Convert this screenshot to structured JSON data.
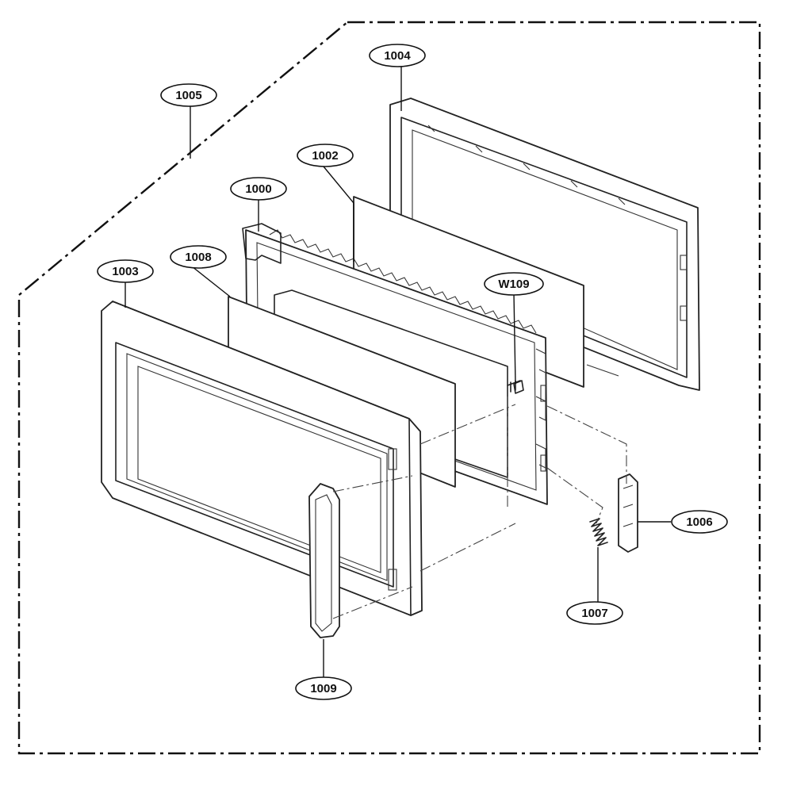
{
  "callouts": [
    {
      "id": "c1004",
      "label": "1004"
    },
    {
      "id": "c1005",
      "label": "1005"
    },
    {
      "id": "c1002",
      "label": "1002"
    },
    {
      "id": "c1000",
      "label": "1000"
    },
    {
      "id": "c1008",
      "label": "1008"
    },
    {
      "id": "c1003",
      "label": "1003"
    },
    {
      "id": "cW109",
      "label": "W109"
    },
    {
      "id": "c1006",
      "label": "1006"
    },
    {
      "id": "c1007",
      "label": "1007"
    },
    {
      "id": "c1009",
      "label": "1009"
    }
  ]
}
